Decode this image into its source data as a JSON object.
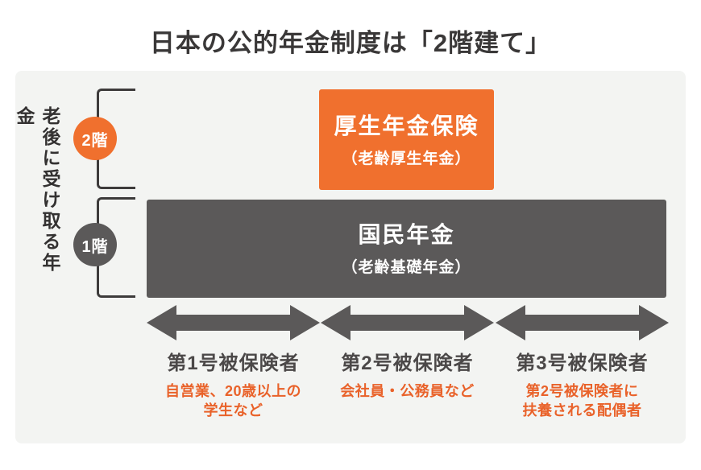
{
  "title": "日本の公的年金制度は「2階建て」",
  "side_label": "老後に受け取る年金",
  "colors": {
    "accent_orange": "#f0702e",
    "dark_gray": "#5b5959",
    "panel_background": "#f3f4f2",
    "description_orange": "#e9622a",
    "label_gray": "#4b4848"
  },
  "floors": [
    {
      "badge": "2階",
      "box_title": "厚生年金保険",
      "box_subtitle": "（老齢厚生年金）"
    },
    {
      "badge": "1階",
      "box_title": "国民年金",
      "box_subtitle": "（老齢基礎年金）"
    }
  ],
  "groups": [
    {
      "label": "第1号被保険者",
      "description": "自営業、20歳以上の\n学生など"
    },
    {
      "label": "第2号被保険者",
      "description": "会社員・公務員など"
    },
    {
      "label": "第3号被保険者",
      "description": "第2号被保険者に\n扶養される配偶者"
    }
  ]
}
